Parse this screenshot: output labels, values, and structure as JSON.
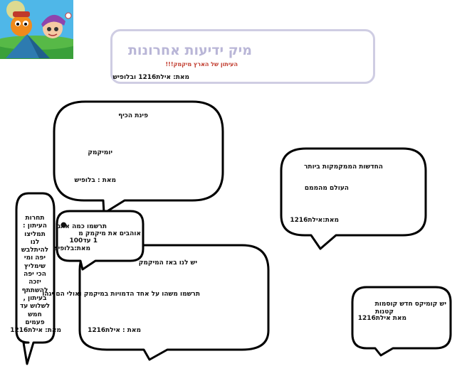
{
  "header": {
    "title": "מיק ידיעות אחרונות",
    "subtitle": "העיתון של הארץ מיקמק!!!",
    "byline": "מאת: אילת1216 ובלופיש"
  },
  "bubbles": {
    "corner": {
      "title": "פינת הכיף",
      "body": "יומיקמק",
      "author": "מאת : בלופיש"
    },
    "news": {
      "title": "החדשות הממקמקות ביותר",
      "body": "העולם מהממם",
      "author": "מאת:אילת1216"
    },
    "contest": {
      "body": "תחרות העיתון : תמליצו לנו להיתלבש יפה ומי שימליץ הכי יפה יזכה להשתתף בעיתון , לשלוש עד חמש פעמים",
      "author": "מאת: אילת1216"
    },
    "poll": {
      "bullet": "●",
      "line1": "תרשמו כמה אתם",
      "line2": "אוהבים את מיקמק מ",
      "line3": "1 עד100",
      "author": "מאת:בלופיש"
    },
    "bug": {
      "title": "יש לנו באז המיקמק",
      "body": "תרשמו משהו על אחד הדמויות במיקמק ואולי הם יגהו",
      "author": "מאת : אילת1216"
    },
    "comics": {
      "line1": "יש קומיקס חדש קוסמות",
      "line2": "קטנות",
      "author": "מאת אילת1216"
    }
  }
}
